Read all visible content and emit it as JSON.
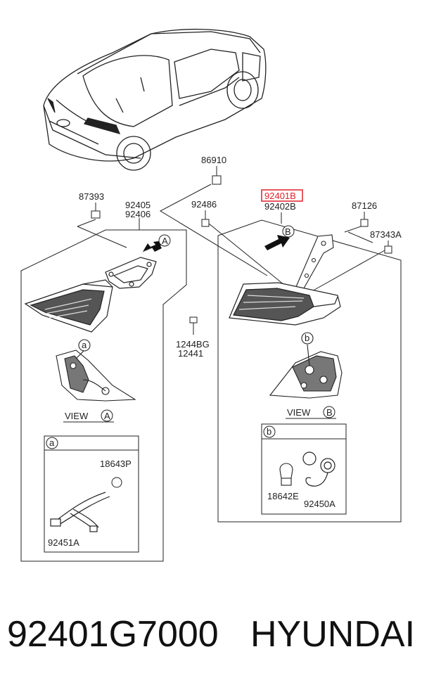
{
  "labels": {
    "p86910": "86910",
    "p87393": "87393",
    "p92405": "92405",
    "p92406": "92406",
    "p92486": "92486",
    "p92401B": "92401B",
    "p92402B": "92402B",
    "p87126": "87126",
    "p87343A": "87343A",
    "p1244BG": "1244BG",
    "p12441": "12441",
    "p18643P": "18643P",
    "p92451A": "92451A",
    "p18642E": "18642E",
    "p92450A": "92450A",
    "viewA": "VIEW",
    "viewB": "VIEW",
    "markA": "A",
    "markA2": "A",
    "markB": "B",
    "markB2": "B",
    "marka": "a",
    "marka2": "a",
    "markb": "b",
    "markb2": "b"
  },
  "highlight_color": "#e0202a",
  "caption": {
    "part_number": "92401G7000",
    "brand": "HYUNDAI"
  }
}
